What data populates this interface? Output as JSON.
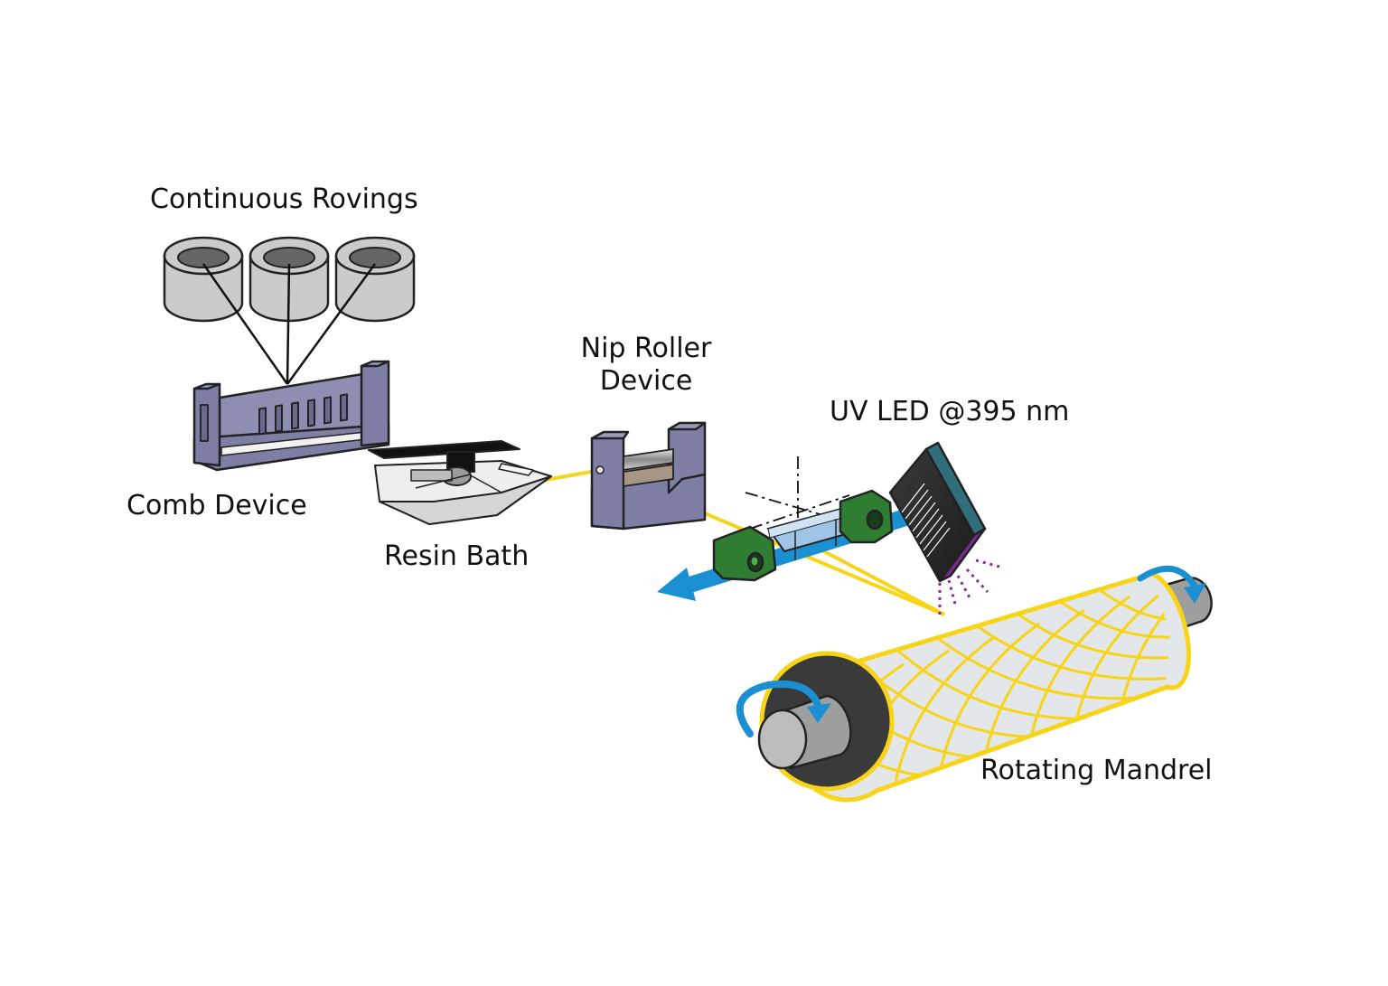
{
  "labels": {
    "rovings": "Continuous Rovings",
    "comb": "Comb Device",
    "resin": "Resin Bath",
    "nip_line1": "Nip Roller",
    "nip_line2": "Device",
    "uv": "UV LED @395 nm",
    "mandrel": "Rotating Mandrel"
  },
  "colors": {
    "fiber": "#f7d417",
    "comb": "#7f7fa6",
    "spool": "#c9cbcd",
    "guide": "#2e7d32",
    "arrow": "#1a8fd1",
    "uv_light": "#8e2a9c"
  },
  "icons": {
    "rotation": "curved-arrow-icon",
    "traverse": "straight-arrow-icon"
  }
}
